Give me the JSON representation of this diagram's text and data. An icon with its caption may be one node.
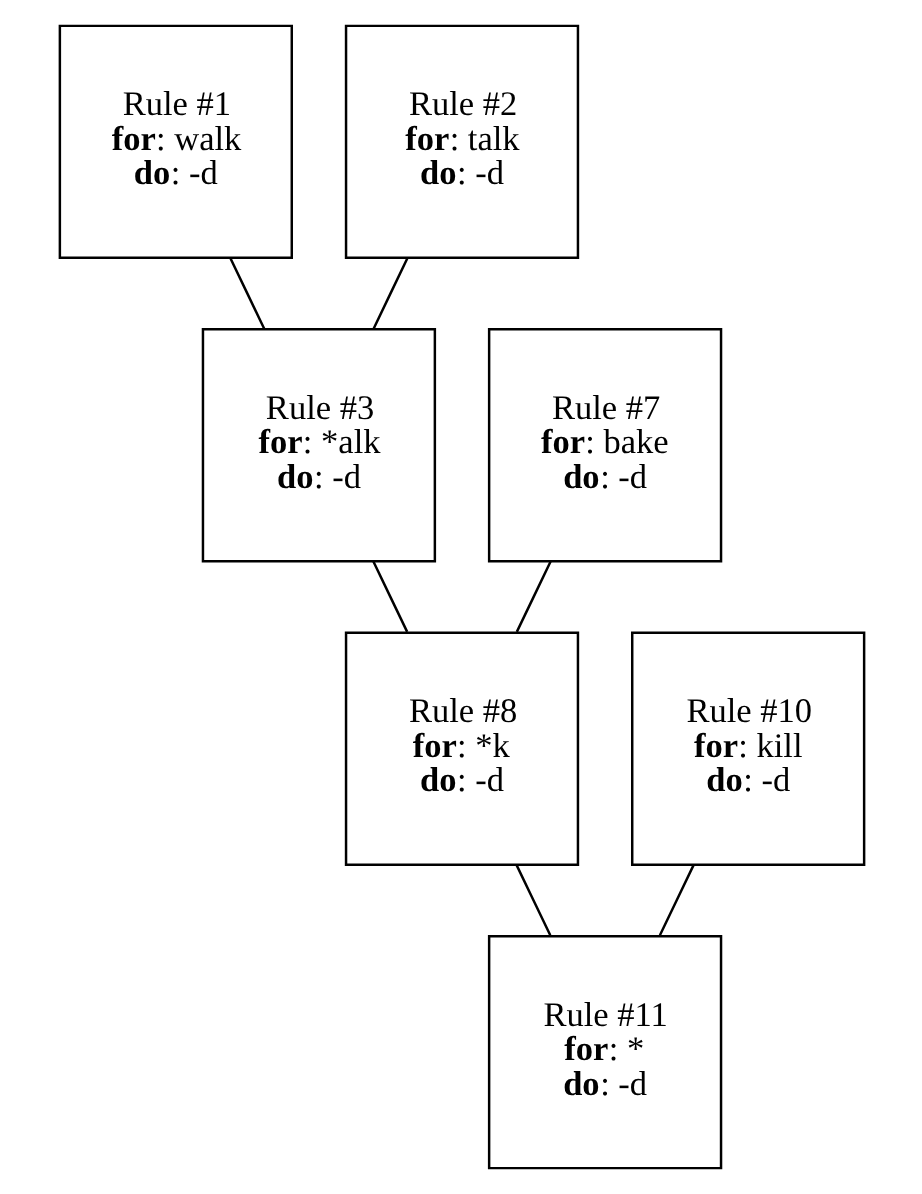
{
  "diagram": {
    "nodes": [
      {
        "text": [
          "Rule #1",
          "**for**: walk",
          "**do**: -d"
        ]
      },
      {
        "text": [
          "Rule #2",
          "**for**: talk",
          "**do**: -d"
        ]
      },
      {
        "text": [
          "Rule #3",
          "**for**: *alk",
          "**do**: -d"
        ]
      },
      {
        "text": [
          "Rule #7",
          "**for**: bake",
          "**do**: -d"
        ]
      },
      {
        "text": [
          "Rule #8",
          "**for**: *k",
          "**do**: -d"
        ]
      },
      {
        "text": [
          "Rule #10",
          "**for**: kill",
          "**do**: -d"
        ]
      },
      {
        "text": [
          "Rule #11",
          "**for**: *",
          "**do**: -d"
        ]
      }
    ],
    "edges": [
      {
        "from": 0,
        "to": 2,
        "arrow": "none"
      },
      {
        "from": 1,
        "to": 2,
        "arrow": "none"
      },
      {
        "from": 2,
        "to": 4,
        "arrow": "none"
      },
      {
        "from": 3,
        "to": 4,
        "arrow": "none"
      },
      {
        "from": 4,
        "to": 6,
        "arrow": "none"
      },
      {
        "from": 5,
        "to": 6,
        "arrow": "none"
      }
    ]
  }
}
